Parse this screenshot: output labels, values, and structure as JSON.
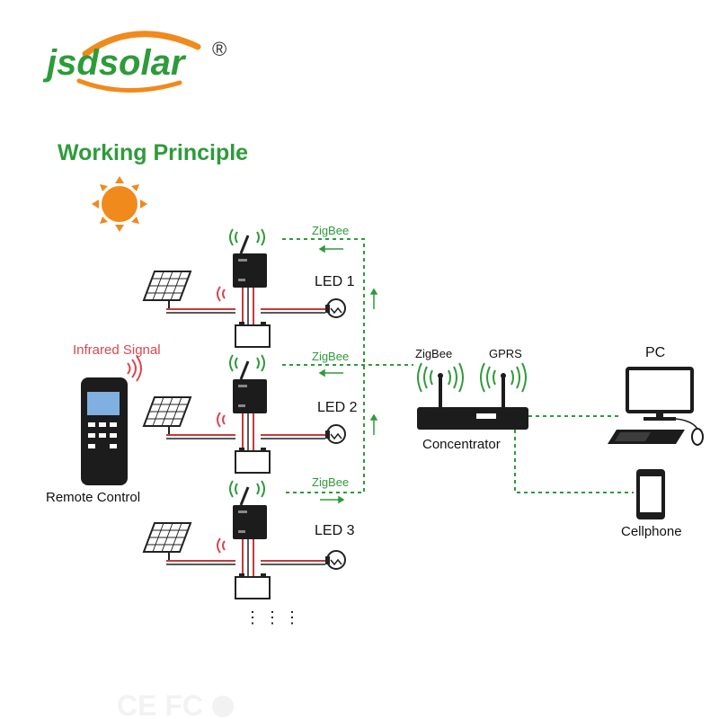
{
  "brand": {
    "name": "jsdsolar",
    "registered_mark": "®"
  },
  "title": "Working Principle",
  "labels": {
    "zigbee": "ZigBee",
    "gprs": "GPRS",
    "led1": "LED 1",
    "led2": "LED 2",
    "led3": "LED 3",
    "infrared": "Infrared Signal",
    "remote": "Remote Control",
    "concentrator": "Concentrator",
    "pc": "PC",
    "cellphone": "Cellphone",
    "more": "⋮"
  },
  "colors": {
    "brand_green": "#2e9b3a",
    "sun_orange": "#f08a1c",
    "wire_red": "#c43a3a",
    "signal_red": "#d9464f",
    "link_green": "#2e9b3a"
  }
}
